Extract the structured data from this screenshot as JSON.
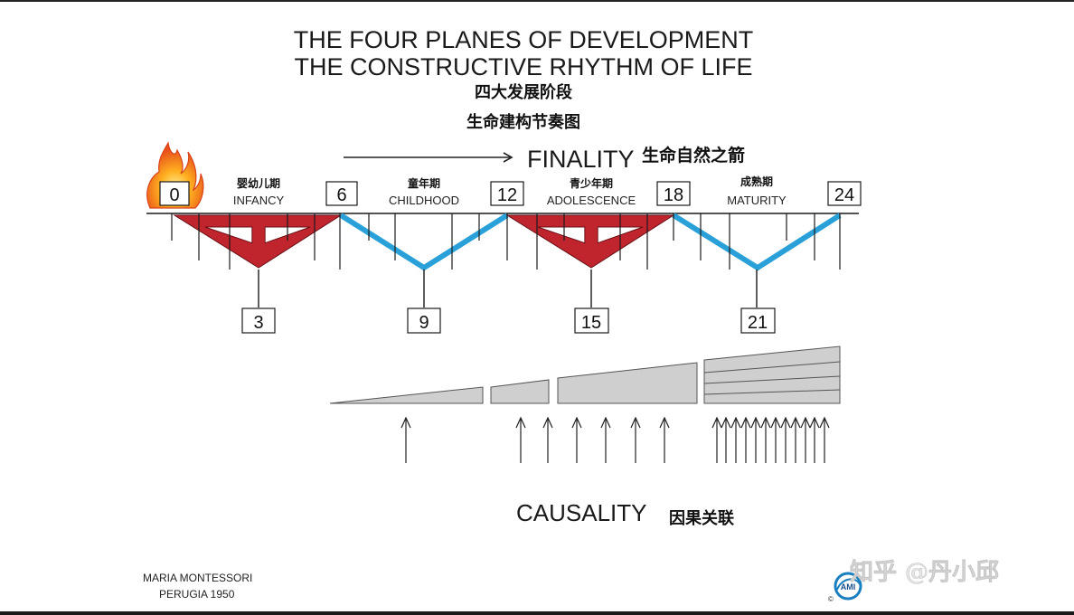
{
  "title": {
    "line1": "THE FOUR PLANES OF DEVELOPMENT",
    "line2": "THE CONSTRUCTIVE RHYTHM OF LIFE",
    "cn1": "四大发展阶段",
    "cn2": "生命建构节奏图"
  },
  "finality": {
    "label": "FINALITY",
    "cn": "生命自然之箭"
  },
  "ages": {
    "top": [
      "0",
      "6",
      "12",
      "18",
      "24"
    ],
    "bottom": [
      "3",
      "9",
      "15",
      "21"
    ]
  },
  "planes": [
    {
      "cn": "婴幼儿期",
      "en": "INFANCY",
      "color": "#c0252e"
    },
    {
      "cn": "童年期",
      "en": "CHILDHOOD",
      "color": "#2aa0d8"
    },
    {
      "cn": "青少年期",
      "en": "ADOLESCENCE",
      "color": "#c0252e"
    },
    {
      "cn": "成熟期",
      "en": "MATURITY",
      "color": "#2aa0d8"
    }
  ],
  "causality": {
    "label": "CAUSALITY",
    "cn": "因果关联"
  },
  "credit": {
    "line1": "MARIA MONTESSORI",
    "line2": "PERUGIA 1950"
  },
  "logo": {
    "text": "AMI",
    "copyright": "©"
  },
  "watermark": "知乎 @丹小邱",
  "colors": {
    "red": "#c0252e",
    "blue": "#2aa0d8",
    "wedge": "#cfcfcf",
    "line": "#1a1a1a"
  },
  "icons": {
    "flame": "flame-icon"
  }
}
